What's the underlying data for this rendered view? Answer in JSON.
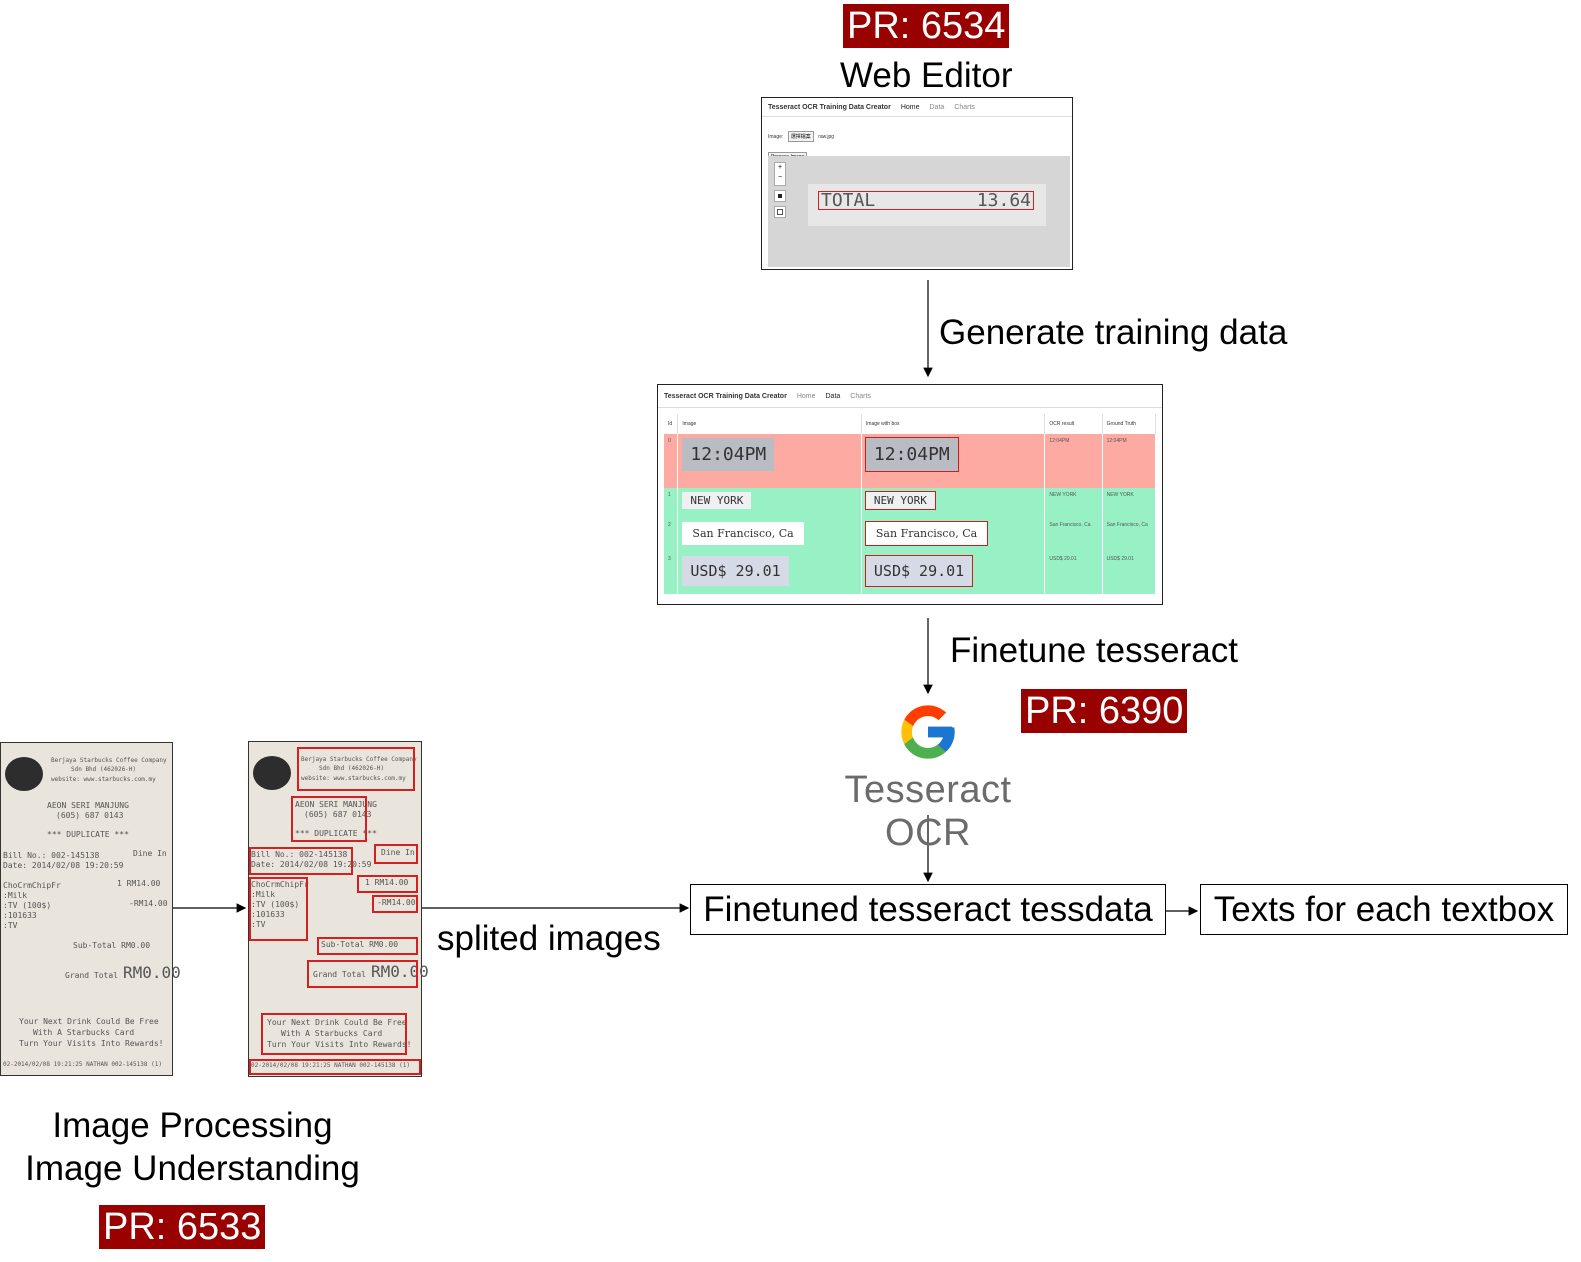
{
  "pr_tags": {
    "web_editor": "PR: 6534",
    "tesseract": "PR: 6390",
    "image_processing": "PR: 6533"
  },
  "labels": {
    "web_editor": "Web Editor",
    "generate_training_data": "Generate training data",
    "finetune_tesseract": "Finetune tesseract",
    "splited_images": "splited images",
    "image_processing": "Image Processing",
    "image_understanding": "Image Understanding",
    "tesseract_ocr": "Tesseract OCR"
  },
  "boxes": {
    "finetuned_tessdata": "Finetuned tesseract tessdata",
    "texts_output": "Texts for each textbox"
  },
  "web_editor_screenshot": {
    "app_title": "Tesseract OCR Training Data Creator",
    "nav": [
      "Home",
      "Data",
      "Charts"
    ],
    "image_label": "Image:",
    "file_button": "選擇檔案",
    "file_name": "raw.jpg",
    "process_button": "Process Image",
    "zoom_in": "+",
    "zoom_out": "−",
    "sample_left": "TOTAL",
    "sample_right": "13.64"
  },
  "data_screenshot": {
    "app_title": "Tesseract OCR Training Data Creator",
    "nav": [
      "Home",
      "Data",
      "Charts"
    ],
    "headers": [
      "Id",
      "Image",
      "Image with box",
      "OCR result",
      "Ground Truth"
    ],
    "rows": [
      {
        "id": "0",
        "image": "12:04PM",
        "ocr": "12:04PM",
        "truth": "12:04PM"
      },
      {
        "id": "1",
        "image": "NEW YORK",
        "ocr": "NEW YORK",
        "truth": "NEW YORK"
      },
      {
        "id": "2",
        "image": "San Francisco, Ca",
        "ocr": "San Francisco, Ca",
        "truth": "San Francisco, Ca"
      },
      {
        "id": "3",
        "image": "USD$ 29.01",
        "ocr": "USD$ 29.01",
        "truth": "USD$ 29.01"
      }
    ]
  },
  "receipt": {
    "header1": "Berjaya Starbucks Coffee Company",
    "header2": "Sdn Bhd (462026-H)",
    "header3": "website: www.starbucks.com.my",
    "store1": "AEON SERI MANJUNG",
    "store2": "(605) 687 0143",
    "dup": "*** DUPLICATE ***",
    "bill": "Bill No.: 002-145138",
    "date": "Date: 2014/02/08 19:20:59",
    "dine": "Dine In",
    "item1": "ChoCrmChipFr",
    "item2": ":Milk",
    "item3": ":TV (100$)",
    "item4": ":101633",
    "item5": ":TV",
    "qty": "1   RM14.00",
    "disc": "-RM14.00",
    "subtotal": "Sub-Total    RM0.00",
    "grand_label": "Grand Total",
    "grand_value": "RM0.00",
    "msg1": "Your Next Drink Could Be Free",
    "msg2": "With A Starbucks Card",
    "msg3": "Turn Your Visits Into Rewards!",
    "footer": "02-2014/02/08 19:21:25  NATHAN   002-145138 (1)"
  },
  "colors": {
    "pr_background": "#990000",
    "row_error": "#fdaaa3",
    "row_ok": "#97f1c5",
    "bbox_red": "#d42020"
  }
}
